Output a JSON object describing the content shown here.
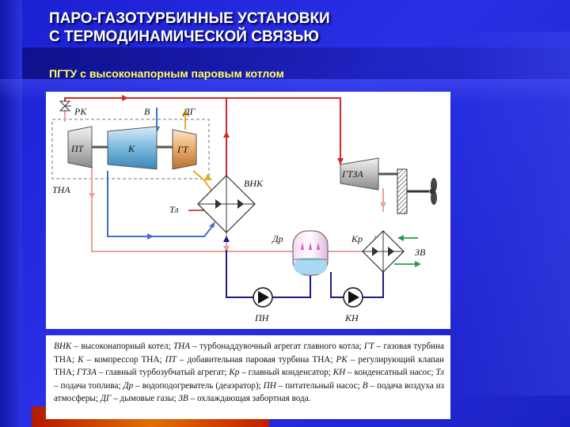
{
  "slide": {
    "title": "ПАРО-ГАЗОТУРБИННЫЕ УСТАНОВКИ\nС ТЕРМОДИНАМИЧЕСКОЙ СВЯЗЬЮ",
    "subtitle": "ПГТУ с высоконапорным паровым котлом"
  },
  "colors": {
    "background": "#1f26d8",
    "title": "#ffffff",
    "subtitle": "#ffff66",
    "steam_line": "#d02828",
    "steam_line_light": "#e9a0a0",
    "air_line": "#3b6fd6",
    "gas_line": "#e8a72c",
    "water_line": "#1a1a8a",
    "seawater": "#2a9a4a",
    "fuel": "#a02020"
  },
  "diagram": {
    "labels": {
      "rk": "РК",
      "v": "В",
      "dg": "ДГ",
      "pt": "ПТ",
      "k": "К",
      "gt": "ГТ",
      "tna": "ТНА",
      "vnk": "ВНК",
      "tl": "Тл",
      "gtza": "ГТЗА",
      "dr": "Др",
      "kr": "Кр",
      "zv": "ЗВ",
      "pn": "ПН",
      "kn": "КН"
    }
  },
  "legend": [
    {
      "abbr": "ВНК",
      "text": " – высоконапорный котел;   "
    },
    {
      "abbr": "ТНА",
      "text": " – турбонаддувочный агрегат главного котла; "
    },
    {
      "abbr": "ГТ",
      "text": " – газовая турбина ТНА;   "
    },
    {
      "abbr": "К",
      "text": " – компрессор ТНА;   "
    },
    {
      "abbr": "ПТ",
      "text": " – добавительная паровая турбина ТНА;   "
    },
    {
      "abbr": "РК",
      "text": " – регулирующий клапан ТНА;   "
    },
    {
      "abbr": "ГТЗА",
      "text": " – главный турбозубчатый агрегат;   "
    },
    {
      "abbr": "Кр",
      "text": " – главный конденсатор;   "
    },
    {
      "abbr": "КН",
      "text": " – конденсатный насос;   "
    },
    {
      "abbr": "Тл",
      "text": " – подача топлива;   "
    },
    {
      "abbr": "Др",
      "text": " – водоподогреватель (деаэратор);   "
    },
    {
      "abbr": "ПН",
      "text": " – питательный насос;   "
    },
    {
      "abbr": "В",
      "text": " – подача воздуха из атмосферы;   "
    },
    {
      "abbr": "ДГ",
      "text": " – дымовые газы;   "
    },
    {
      "abbr": "ЗВ",
      "text": " – охлаждающая забортная вода."
    }
  ]
}
